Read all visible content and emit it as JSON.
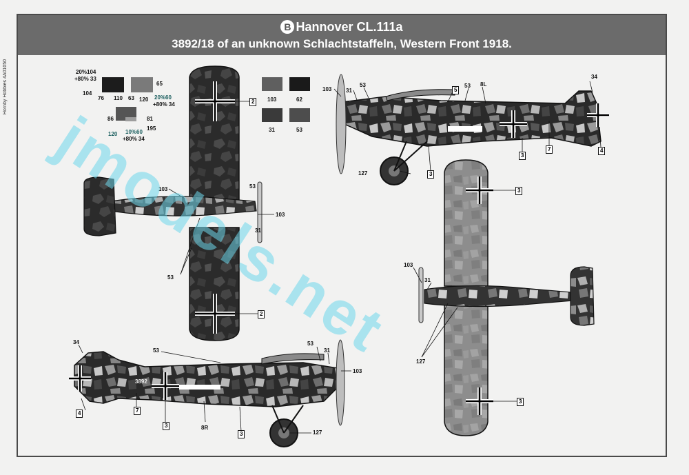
{
  "header": {
    "badge": "B",
    "title": "Hannover CL.111a",
    "subtitle": "3892/18 of an unknown Schlachtstaffeln, Western Front 1918."
  },
  "side_note": "Hornby Hobbies 4A01050",
  "mix_notes": {
    "a1": "20%104",
    "a2": "+80% 33",
    "b1": "20%60",
    "b2": "+80% 34",
    "c1": "10%60",
    "c2": "+80% 34"
  },
  "swatch_row1": [
    "104",
    "76",
    "110",
    "63",
    "120",
    "65"
  ],
  "swatch_row2": [
    "86",
    "81",
    "120",
    "195"
  ],
  "color_keys": [
    {
      "code": "103",
      "hex": "#5f5f5f"
    },
    {
      "code": "62",
      "hex": "#1a1a1a"
    },
    {
      "code": "31",
      "hex": "#3a3a3a"
    },
    {
      "code": "53",
      "hex": "#4d4d4d"
    }
  ],
  "callouts": {
    "c2a": "2",
    "c2b": "2",
    "c3a": "3",
    "c3b": "3",
    "c3c": "3",
    "c3d": "3",
    "c3e": "3",
    "c3f": "3",
    "c4a": "4",
    "c4b": "4",
    "c5": "5",
    "c7a": "7",
    "c7b": "7",
    "c8l": "8L",
    "c8r": "8R",
    "c103a": "103",
    "c103b": "103",
    "c103c": "103",
    "c103d": "103",
    "c103e": "103",
    "c53a": "53",
    "c53b": "53",
    "c53c": "53",
    "c53d": "53",
    "c53e": "53",
    "c31a": "31",
    "c31b": "31",
    "c31c": "31",
    "c31d": "31",
    "c34a": "34",
    "c34b": "34",
    "c127a": "127",
    "c127b": "127",
    "c127c": "127",
    "serial": "3892"
  },
  "watermark": "jmodels.net",
  "colors": {
    "header_bg": "#6b6b6b",
    "camo_dark": "#2e2e2e",
    "camo_mid": "#6e6e6e",
    "camo_light": "#b5b5b5",
    "underside": "#8c8c8c"
  }
}
